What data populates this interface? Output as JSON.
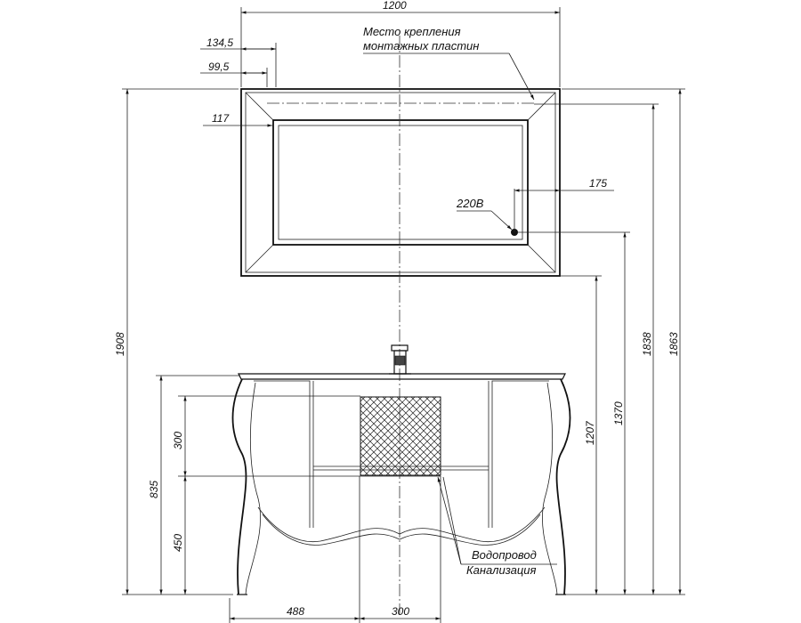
{
  "labels": {
    "mount_line1": "Место крепления",
    "mount_line2": "монтажных пластин",
    "power": "220В",
    "water": "Водопровод",
    "sewer": "Канализация"
  },
  "dimensions": {
    "mirror_width": "1200",
    "d134": "134,5",
    "d99": "99,5",
    "d117": "117",
    "d175": "175",
    "d1908": "1908",
    "d1838": "1838",
    "d1863": "1863",
    "d1370": "1370",
    "d1207": "1207",
    "d835": "835",
    "d300v": "300",
    "d450": "450",
    "d488": "488",
    "d300h": "300"
  }
}
